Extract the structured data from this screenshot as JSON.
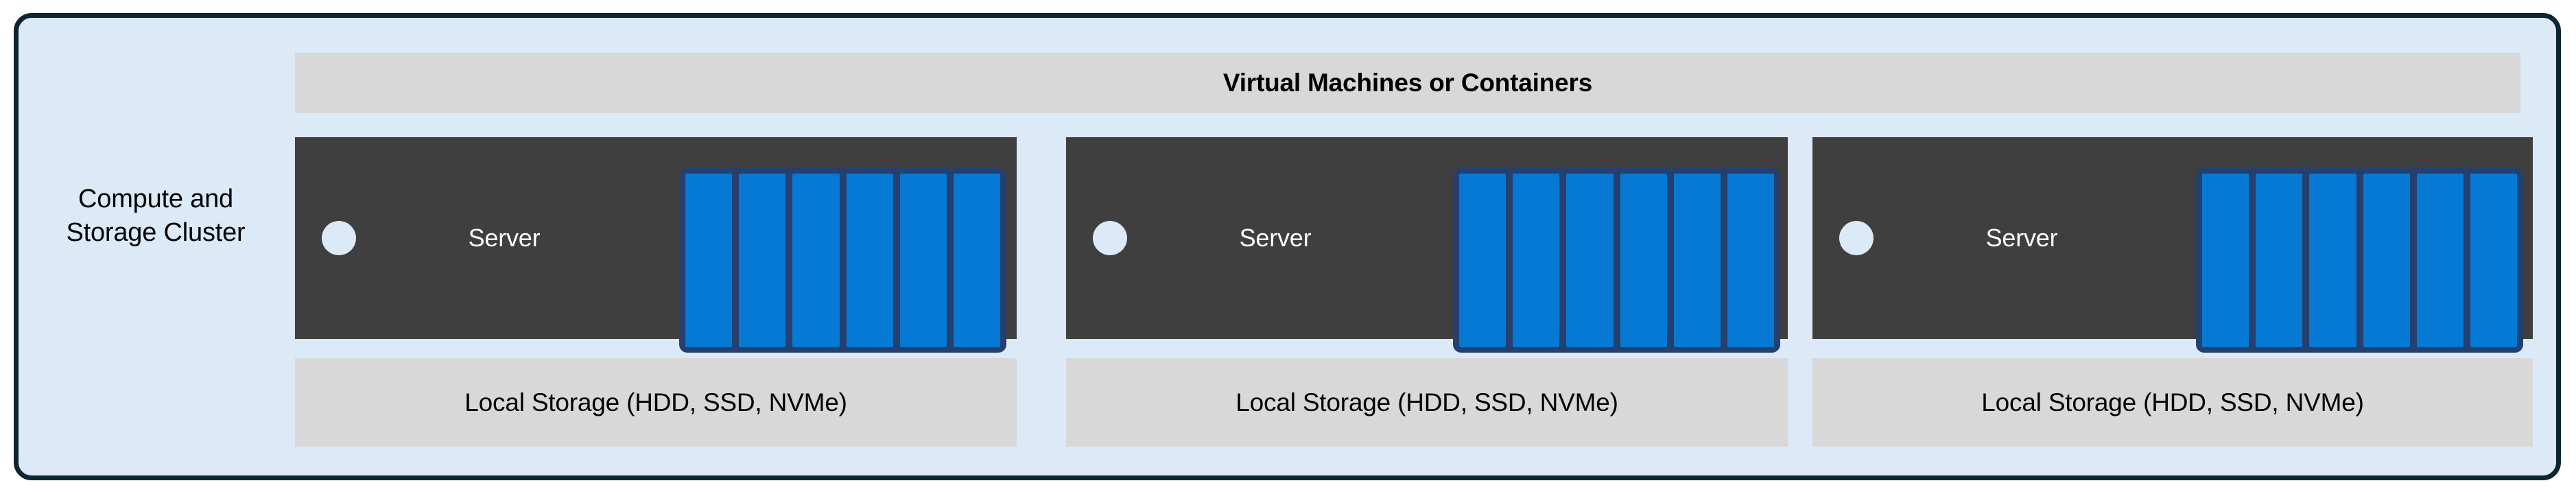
{
  "cluster": {
    "side_label": "Compute and\nStorage Cluster",
    "border_color": "#0c2532",
    "background_color": "#dce9f7"
  },
  "vm_band": {
    "label": "Virtual Machines or Containers",
    "background_color": "#d8d8d8"
  },
  "nodes": [
    {
      "server_label": "Server",
      "led_icon": "status-led-icon",
      "panel_color": "#3f3f3f",
      "bay_group": {
        "frame_color": "#25406e",
        "bay_color": "#0579d3",
        "bay_count": 6
      },
      "storage_label": "Local Storage (HDD, SSD, NVMe)"
    },
    {
      "server_label": "Server",
      "led_icon": "status-led-icon",
      "panel_color": "#3f3f3f",
      "bay_group": {
        "frame_color": "#25406e",
        "bay_color": "#0579d3",
        "bay_count": 6
      },
      "storage_label": "Local Storage (HDD, SSD, NVMe)"
    },
    {
      "server_label": "Server",
      "led_icon": "status-led-icon",
      "panel_color": "#3f3f3f",
      "bay_group": {
        "frame_color": "#25406e",
        "bay_color": "#0579d3",
        "bay_count": 6
      },
      "storage_label": "Local Storage (HDD, SSD, NVMe)"
    }
  ]
}
